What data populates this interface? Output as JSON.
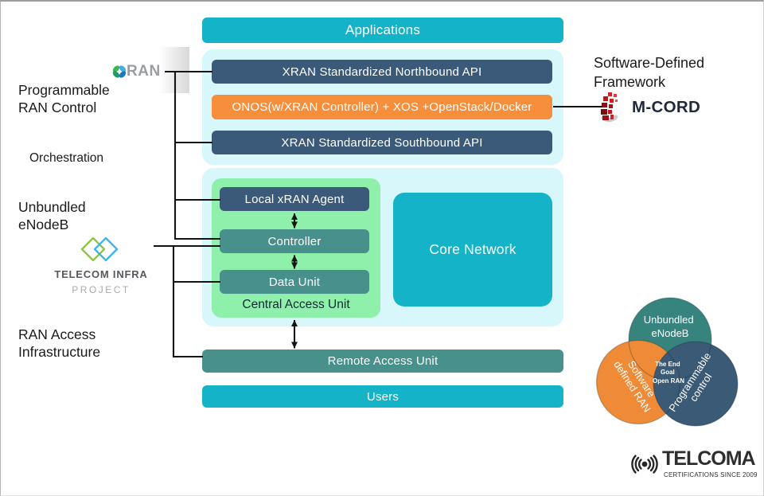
{
  "palette": {
    "cyan": "#14b3c7",
    "light_cyan": "#d7f7fb",
    "navy": "#3b5a79",
    "orange": "#f68e3b",
    "teal": "#47908b",
    "mint_green": "#8ff0ac",
    "venn_teal": "#37847f",
    "venn_orange": "#ef8a37",
    "venn_navy": "#3a5a75",
    "connector_black": "#141414"
  },
  "icons": {
    "xran_logo": "x-petals-green-blue",
    "tip_logo": "overlapping-diamonds-green-blue",
    "mcord_logo": "red-pixel-swirl",
    "telcoma_logo": "radio-waves"
  },
  "left": {
    "xran_logo_text": "RAN",
    "programmable_ran_control": "Programmable\nRAN Control",
    "orchestration": "Orchestration",
    "unbundled_enodeb": "Unbundled\neNodeB",
    "tip_line1": "TELECOM INFRA",
    "tip_line2": "PROJECT",
    "ran_access_infrastructure": "RAN Access\nInfrastructure"
  },
  "right": {
    "software_defined_framework": "Software-Defined\nFramework",
    "mcord_label": "M-CORD"
  },
  "stack": {
    "applications": "Applications",
    "northbound_api": "XRAN Standardized Northbound API",
    "onos_bar": "ONOS(w/XRAN Controller) + XOS +OpenStack/Docker",
    "southbound_api": "XRAN Standardized Southbound API",
    "local_xran_agent": "Local xRAN Agent",
    "controller": "Controller",
    "data_unit": "Data Unit",
    "central_access_unit": "Central Access Unit",
    "core_network": "Core Network",
    "remote_access_unit": "Remote Access Unit",
    "users": "Users"
  },
  "venn": {
    "top_line1": "Unbundled",
    "top_line2": "eNodeB",
    "left_line1": "Software",
    "left_line2": "defined RAN",
    "right_line1": "Programmable",
    "right_line2": "control",
    "center_line1": "The End",
    "center_line2": "Goal",
    "center_line3": "Open RAN"
  },
  "footer": {
    "brand": "TELCOMA",
    "tagline": "CERTIFICATIONS SINCE 2009"
  }
}
